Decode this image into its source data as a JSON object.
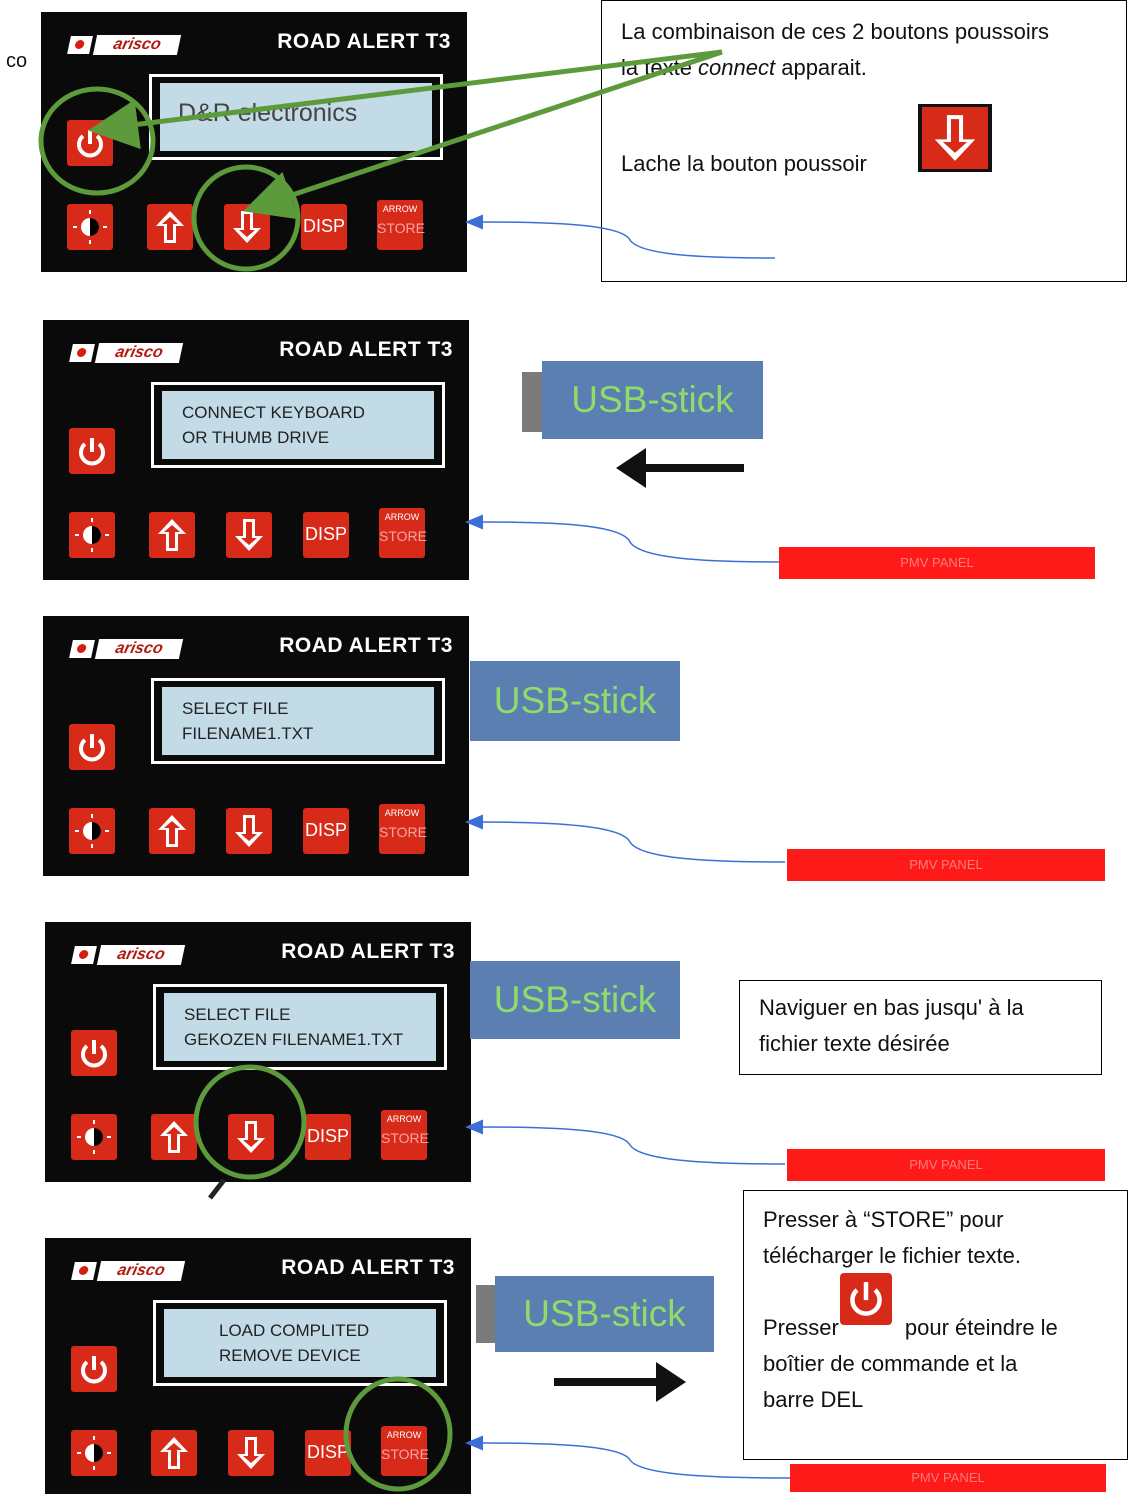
{
  "top_fragment": "co",
  "brand": "arisco",
  "model": "ROAD ALERT T3",
  "buttons": {
    "disp": "DISP",
    "arrow_line": "ARROW",
    "store_line": "STORE"
  },
  "steps": [
    {
      "lcd_big": "D&R electronics"
    },
    {
      "lcd_line1": "CONNECT KEYBOARD",
      "lcd_line2": "OR THUMB DRIVE"
    },
    {
      "lcd_line1": "SELECT FILE",
      "lcd_line2": "FILENAME1.TXT"
    },
    {
      "lcd_line1": "SELECT FILE",
      "lcd_line2": "GEKOZEN FILENAME1.TXT"
    },
    {
      "lcd_line1": "LOAD COMPLITED",
      "lcd_line2": "REMOVE DEVICE"
    }
  ],
  "usb_label": "USB-stick",
  "pmv_label": "PMV PANEL",
  "note1": {
    "line1": "La combinaison de ces 2 boutons poussoirs",
    "line2_prefix": "la texte ",
    "line2_em": "connect",
    "line2_suffix": " apparait.",
    "line3": "Lache la bouton poussoir"
  },
  "note2": {
    "line1": "Naviguer en bas jusqu' à la",
    "line2": "fichier texte désirée"
  },
  "note3": {
    "line1": "Presser à “STORE” pour",
    "line2": "télécharger le fichier texte.",
    "line3_prefix": "Presser",
    "line3_suffix": " pour éteindre le",
    "line4": "boîtier de commande et la",
    "line5": "barre DEL"
  },
  "colors": {
    "button_red": "#d72a18",
    "highlight_green": "#5d9a3c",
    "pointer_blue": "#3c6fd6",
    "usb_blue": "#5a7fb0",
    "lcd": "#c3dbe7"
  }
}
